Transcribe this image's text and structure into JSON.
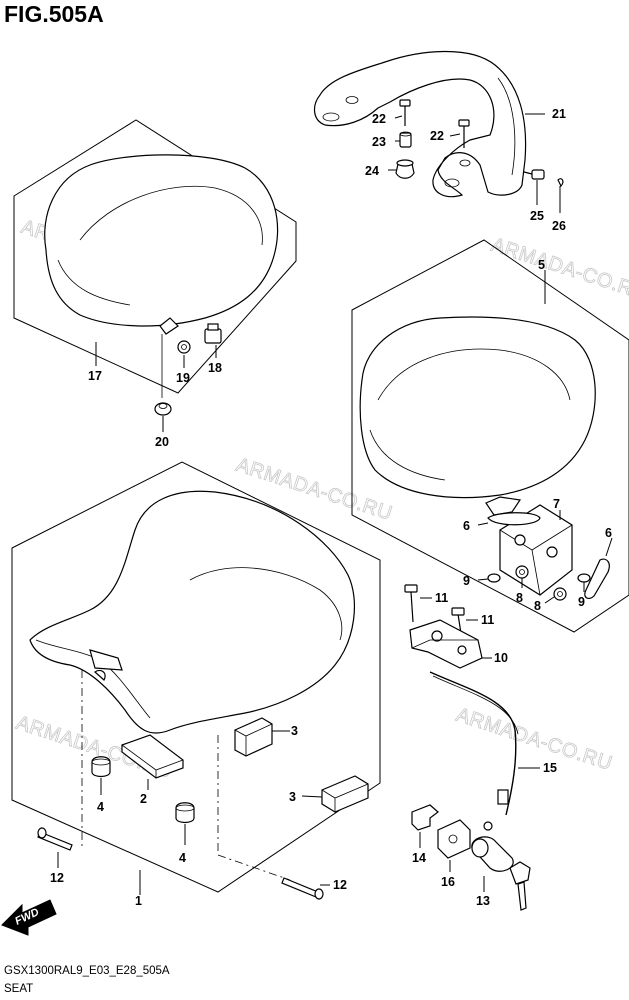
{
  "figure": {
    "title": "FIG.505A",
    "code": "GSX1300RAL9_E03_E28_505A",
    "caption": "SEAT"
  },
  "watermark": "ARMADA-CO.RU",
  "fwd_label": "FWD",
  "callouts": {
    "p1": "1",
    "p2": "2",
    "p3a": "3",
    "p3b": "3",
    "p4a": "4",
    "p4b": "4",
    "p5": "5",
    "p6a": "6",
    "p6b": "6",
    "p7": "7",
    "p8a": "8",
    "p8b": "8",
    "p9a": "9",
    "p9b": "9",
    "p10": "10",
    "p11a": "11",
    "p11b": "11",
    "p12a": "12",
    "p12b": "12",
    "p13": "13",
    "p14": "14",
    "p15": "15",
    "p16": "16",
    "p17": "17",
    "p18": "18",
    "p19": "19",
    "p20": "20",
    "p21": "21",
    "p22a": "22",
    "p22b": "22",
    "p23": "23",
    "p24": "24",
    "p25": "25",
    "p26": "26"
  }
}
